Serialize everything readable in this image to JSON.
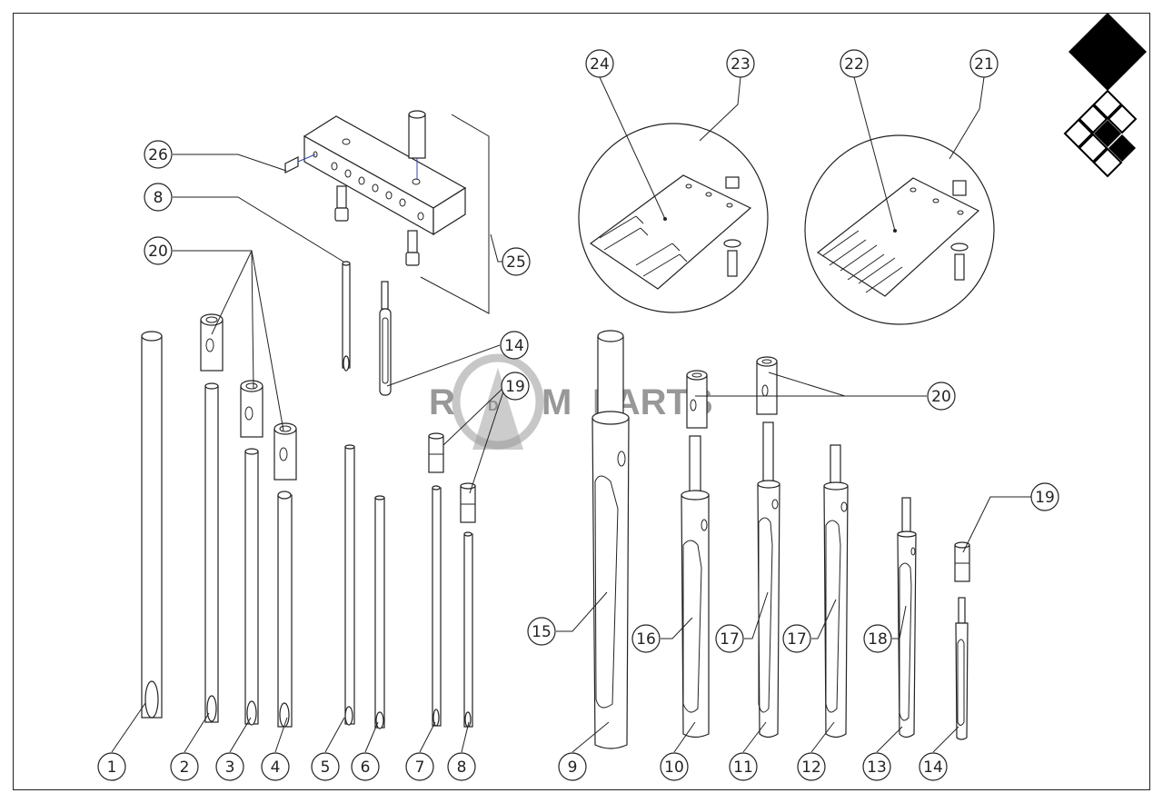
{
  "watermark": {
    "brand": "PARTS",
    "letter_r": "R",
    "letter_d": "D",
    "letter_m": "M"
  },
  "callouts": {
    "c1": "1",
    "c2": "2",
    "c3": "3",
    "c4": "4",
    "c5": "5",
    "c6": "6",
    "c7": "7",
    "c8": "8",
    "c8b": "8",
    "c9": "9",
    "c10": "10",
    "c11": "11",
    "c12": "12",
    "c13": "13",
    "c14": "14",
    "c14b": "14",
    "c15": "15",
    "c16": "16",
    "c17": "17",
    "c17b": "17",
    "c18": "18",
    "c19": "19",
    "c19b": "19",
    "c20": "20",
    "c20b": "20",
    "c21": "21",
    "c22": "22",
    "c23": "23",
    "c24": "24",
    "c25": "25",
    "c26": "26"
  },
  "colors": {
    "line": "#222222",
    "watermark": "#7f7f7f",
    "accent_line": "#3344aa"
  }
}
